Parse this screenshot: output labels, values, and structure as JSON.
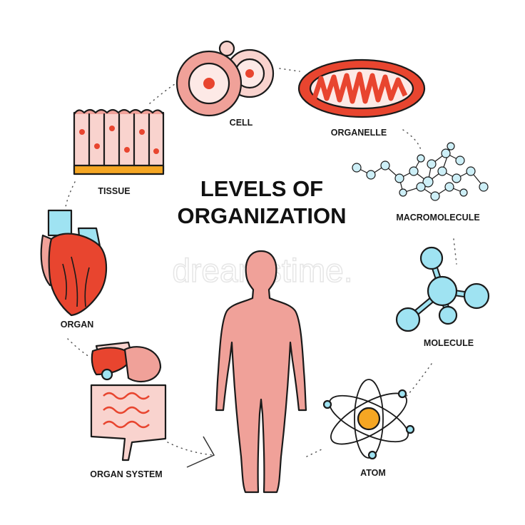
{
  "title": {
    "line1": "LEVELS OF",
    "line2": "ORGANIZATION"
  },
  "watermark": "dreamstime.",
  "levels": {
    "cell": "CELL",
    "organelle": "ORGANELLE",
    "macromolecule": "MACROMOLECULE",
    "molecule": "MOLECULE",
    "atom": "ATOM",
    "organ_system": "ORGAN SYSTEM",
    "organ": "ORGAN",
    "tissue": "TISSUE"
  },
  "colors": {
    "pink": "#f0a199",
    "red": "#e8452f",
    "light_pink": "#f9d3ce",
    "cyan": "#9fe3f2",
    "orange": "#f5a623"
  }
}
